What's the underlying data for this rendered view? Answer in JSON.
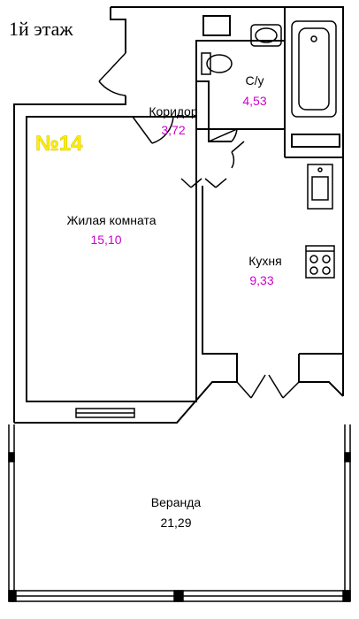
{
  "floor_label": "1й этаж",
  "apartment_number": "№14",
  "rooms": {
    "corridor": {
      "name": "Коридор",
      "area": "3,72"
    },
    "bathroom": {
      "name": "С/у",
      "area": "4,53"
    },
    "living_room": {
      "name": "Жилая комната",
      "area": "15,10"
    },
    "kitchen": {
      "name": "Кухня",
      "area": "9,33"
    },
    "veranda": {
      "name": "Веранда",
      "area": "21,29"
    }
  },
  "colors": {
    "wall": "#000000",
    "area_text": "#cc00cc",
    "apartment_number": "#ffee00",
    "background": "#ffffff"
  }
}
